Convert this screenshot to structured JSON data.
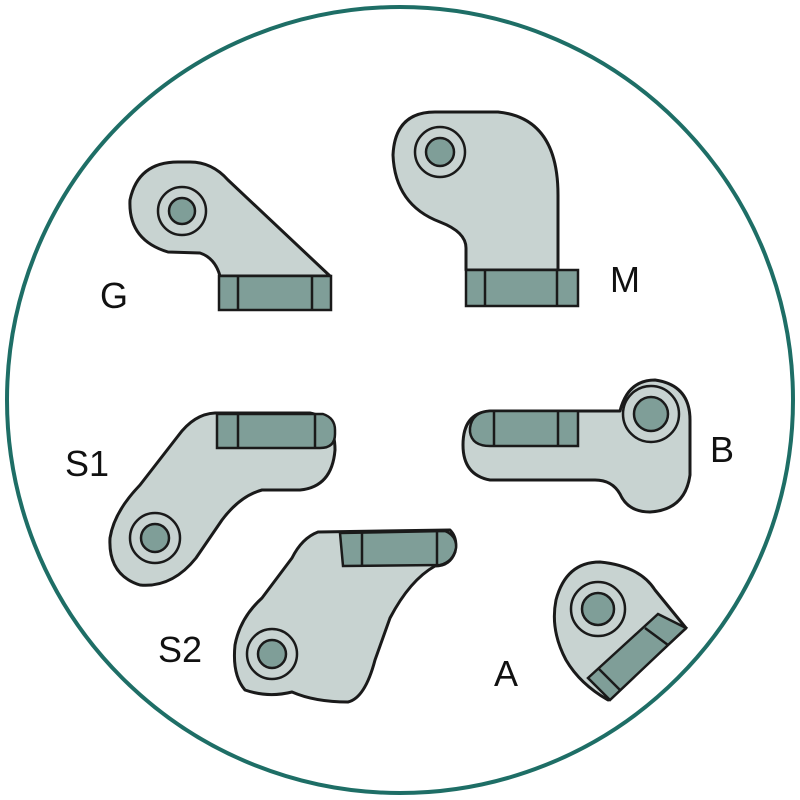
{
  "colors": {
    "outline_circle": "#1e6e66",
    "terminal_body": "#c8d3d1",
    "contact_pad": "#7f9e98",
    "stroke": "#1a1a1a",
    "background": "#ffffff"
  },
  "terminals": [
    {
      "id": "G",
      "label": "G"
    },
    {
      "id": "M",
      "label": "M"
    },
    {
      "id": "S1",
      "label": "S1"
    },
    {
      "id": "B",
      "label": "B"
    },
    {
      "id": "S2",
      "label": "S2"
    },
    {
      "id": "A",
      "label": "A"
    }
  ]
}
